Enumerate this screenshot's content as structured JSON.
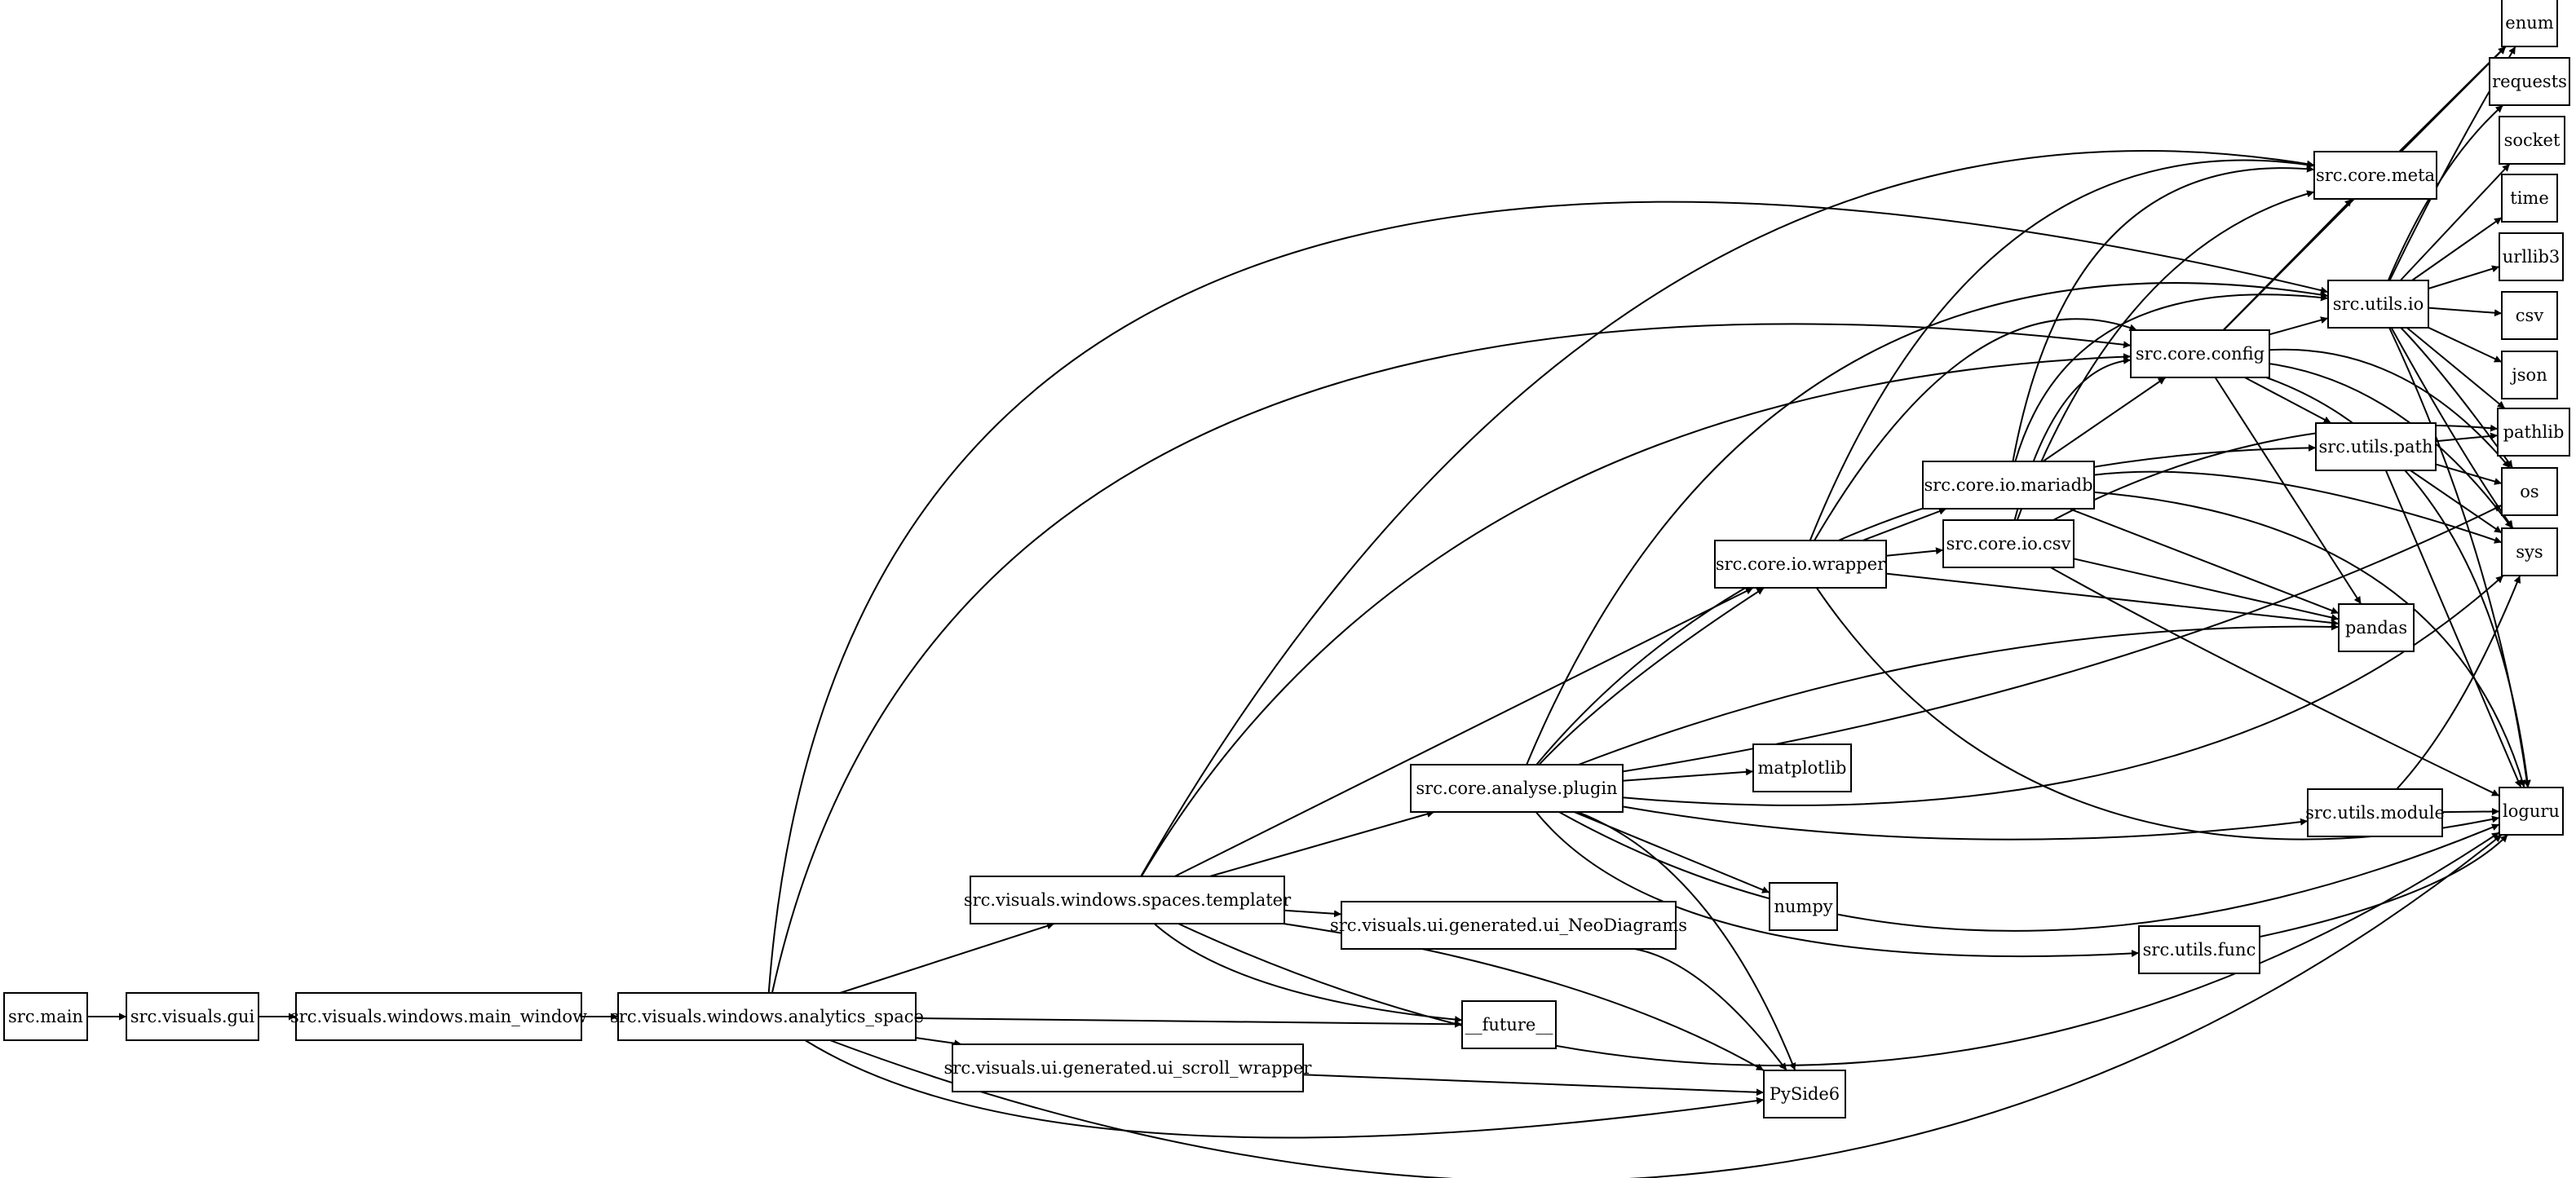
{
  "nodes": [
    {
      "id": "src_main",
      "label": "src.main"
    },
    {
      "id": "src_visuals_gui",
      "label": "src.visuals.gui"
    },
    {
      "id": "src_visuals_windows_main_window",
      "label": "src.visuals.windows.main_window"
    },
    {
      "id": "src_visuals_windows_analytics_space",
      "label": "src.visuals.windows.analytics_space"
    },
    {
      "id": "src_visuals_windows_spaces_templater",
      "label": "src.visuals.windows.spaces.templater"
    },
    {
      "id": "src_visuals_ui_generated_ui_scroll_wrapper",
      "label": "src.visuals.ui.generated.ui_scroll_wrapper"
    },
    {
      "id": "src_visuals_ui_generated_ui_neodiagrams",
      "label": "src.visuals.ui.generated.ui_NeoDiagrams"
    },
    {
      "id": "src_core_analyse_plugin",
      "label": "src.core.analyse.plugin"
    },
    {
      "id": "src_core_io_wrapper",
      "label": "src.core.io.wrapper"
    },
    {
      "id": "src_core_io_mariadb",
      "label": "src.core.io.mariadb"
    },
    {
      "id": "src_core_io_csv",
      "label": "src.core.io.csv"
    },
    {
      "id": "src_core_config",
      "label": "src.core.config"
    },
    {
      "id": "src_core_meta",
      "label": "src.core.meta"
    },
    {
      "id": "src_utils_io",
      "label": "src.utils.io"
    },
    {
      "id": "src_utils_path",
      "label": "src.utils.path"
    },
    {
      "id": "src_utils_module",
      "label": "src.utils.module"
    },
    {
      "id": "src_utils_func",
      "label": "src.utils.func"
    },
    {
      "id": "future",
      "label": "__future__"
    },
    {
      "id": "pyside6",
      "label": "PySide6"
    },
    {
      "id": "numpy",
      "label": "numpy"
    },
    {
      "id": "matplotlib",
      "label": "matplotlib"
    },
    {
      "id": "pandas",
      "label": "pandas"
    },
    {
      "id": "loguru",
      "label": "loguru"
    },
    {
      "id": "sys",
      "label": "sys"
    },
    {
      "id": "os",
      "label": "os"
    },
    {
      "id": "pathlib",
      "label": "pathlib"
    },
    {
      "id": "json",
      "label": "json"
    },
    {
      "id": "csv",
      "label": "csv"
    },
    {
      "id": "urllib3",
      "label": "urllib3"
    },
    {
      "id": "time",
      "label": "time"
    },
    {
      "id": "socket",
      "label": "socket"
    },
    {
      "id": "requests",
      "label": "requests"
    },
    {
      "id": "enum",
      "label": "enum"
    }
  ],
  "edges": [
    {
      "from": "src_main",
      "to": "src_visuals_gui"
    },
    {
      "from": "src_visuals_gui",
      "to": "src_visuals_windows_main_window"
    },
    {
      "from": "src_visuals_windows_main_window",
      "to": "src_visuals_windows_analytics_space"
    },
    {
      "from": "src_visuals_windows_analytics_space",
      "to": "src_visuals_windows_spaces_templater"
    },
    {
      "from": "src_visuals_windows_analytics_space",
      "to": "future"
    },
    {
      "from": "src_visuals_windows_analytics_space",
      "to": "src_visuals_ui_generated_ui_scroll_wrapper"
    },
    {
      "from": "src_visuals_windows_analytics_space",
      "to": "pyside6"
    },
    {
      "from": "src_visuals_windows_analytics_space",
      "to": "loguru"
    },
    {
      "from": "src_visuals_windows_analytics_space",
      "to": "src_utils_io"
    },
    {
      "from": "src_visuals_windows_analytics_space",
      "to": "src_core_config"
    },
    {
      "from": "src_visuals_windows_spaces_templater",
      "to": "src_visuals_ui_generated_ui_neodiagrams"
    },
    {
      "from": "src_visuals_windows_spaces_templater",
      "to": "src_core_analyse_plugin"
    },
    {
      "from": "src_visuals_windows_spaces_templater",
      "to": "src_core_io_wrapper"
    },
    {
      "from": "src_visuals_windows_spaces_templater",
      "to": "future"
    },
    {
      "from": "src_visuals_windows_spaces_templater",
      "to": "pyside6"
    },
    {
      "from": "src_visuals_windows_spaces_templater",
      "to": "loguru"
    },
    {
      "from": "src_visuals_windows_spaces_templater",
      "to": "src_core_config"
    },
    {
      "from": "src_visuals_windows_spaces_templater",
      "to": "src_core_meta"
    },
    {
      "from": "src_visuals_ui_generated_ui_scroll_wrapper",
      "to": "pyside6"
    },
    {
      "from": "src_visuals_ui_generated_ui_neodiagrams",
      "to": "pyside6"
    },
    {
      "from": "src_core_analyse_plugin",
      "to": "matplotlib"
    },
    {
      "from": "src_core_analyse_plugin",
      "to": "numpy"
    },
    {
      "from": "src_core_analyse_plugin",
      "to": "pyside6"
    },
    {
      "from": "src_core_analyse_plugin",
      "to": "src_utils_func"
    },
    {
      "from": "src_core_analyse_plugin",
      "to": "src_utils_module"
    },
    {
      "from": "src_core_analyse_plugin",
      "to": "sys"
    },
    {
      "from": "src_core_analyse_plugin",
      "to": "os"
    },
    {
      "from": "src_core_analyse_plugin",
      "to": "pandas"
    },
    {
      "from": "src_core_analyse_plugin",
      "to": "src_utils_path"
    },
    {
      "from": "src_core_analyse_plugin",
      "to": "src_core_io_wrapper"
    },
    {
      "from": "src_core_analyse_plugin",
      "to": "src_utils_io"
    },
    {
      "from": "src_core_analyse_plugin",
      "to": "loguru"
    },
    {
      "from": "src_core_io_wrapper",
      "to": "src_core_io_mariadb"
    },
    {
      "from": "src_core_io_wrapper",
      "to": "src_core_io_csv"
    },
    {
      "from": "src_core_io_wrapper",
      "to": "pandas"
    },
    {
      "from": "src_core_io_wrapper",
      "to": "loguru"
    },
    {
      "from": "src_core_io_wrapper",
      "to": "src_core_config"
    },
    {
      "from": "src_core_io_wrapper",
      "to": "src_core_meta"
    },
    {
      "from": "src_core_io_mariadb",
      "to": "src_core_config"
    },
    {
      "from": "src_core_io_mariadb",
      "to": "src_core_meta"
    },
    {
      "from": "src_core_io_mariadb",
      "to": "pandas"
    },
    {
      "from": "src_core_io_mariadb",
      "to": "sys"
    },
    {
      "from": "src_core_io_mariadb",
      "to": "loguru"
    },
    {
      "from": "src_core_io_mariadb",
      "to": "src_utils_io"
    },
    {
      "from": "src_core_io_csv",
      "to": "src_core_config"
    },
    {
      "from": "src_core_io_csv",
      "to": "src_core_meta"
    },
    {
      "from": "src_core_io_csv",
      "to": "pandas"
    },
    {
      "from": "src_core_io_csv",
      "to": "loguru"
    },
    {
      "from": "src_core_io_csv",
      "to": "pathlib"
    },
    {
      "from": "src_core_config",
      "to": "src_utils_io"
    },
    {
      "from": "src_core_config",
      "to": "src_utils_path"
    },
    {
      "from": "src_core_config",
      "to": "src_core_meta"
    },
    {
      "from": "src_core_config",
      "to": "pandas"
    },
    {
      "from": "src_core_config",
      "to": "sys"
    },
    {
      "from": "src_core_config",
      "to": "os"
    },
    {
      "from": "src_core_config",
      "to": "loguru"
    },
    {
      "from": "src_core_config",
      "to": "enum"
    },
    {
      "from": "src_core_meta",
      "to": "enum"
    },
    {
      "from": "src_utils_io",
      "to": "enum"
    },
    {
      "from": "src_utils_io",
      "to": "requests"
    },
    {
      "from": "src_utils_io",
      "to": "socket"
    },
    {
      "from": "src_utils_io",
      "to": "time"
    },
    {
      "from": "src_utils_io",
      "to": "urllib3"
    },
    {
      "from": "src_utils_io",
      "to": "csv"
    },
    {
      "from": "src_utils_io",
      "to": "json"
    },
    {
      "from": "src_utils_io",
      "to": "pathlib"
    },
    {
      "from": "src_utils_io",
      "to": "os"
    },
    {
      "from": "src_utils_io",
      "to": "sys"
    },
    {
      "from": "src_utils_io",
      "to": "loguru"
    },
    {
      "from": "src_utils_path",
      "to": "pathlib"
    },
    {
      "from": "src_utils_path",
      "to": "os"
    },
    {
      "from": "src_utils_path",
      "to": "sys"
    },
    {
      "from": "src_utils_path",
      "to": "loguru"
    },
    {
      "from": "src_utils_module",
      "to": "loguru"
    },
    {
      "from": "src_utils_module",
      "to": "sys"
    },
    {
      "from": "src_utils_func",
      "to": "loguru"
    }
  ]
}
